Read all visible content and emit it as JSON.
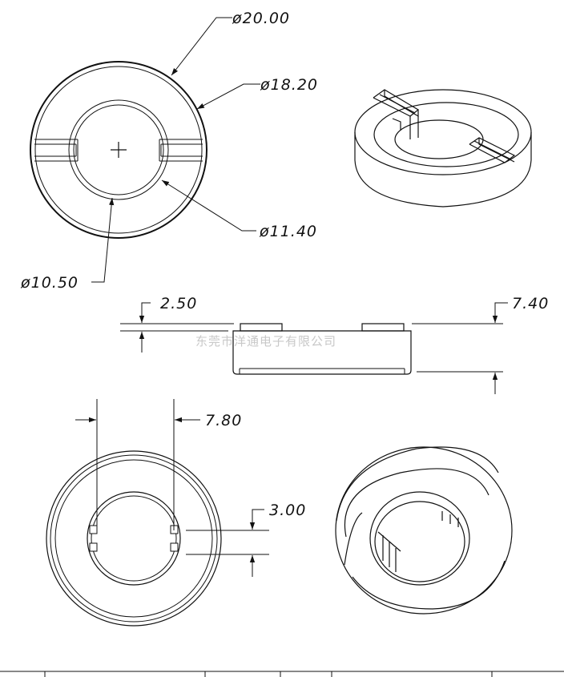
{
  "dimensions": {
    "outer_diameter": "ø20.00",
    "body_diameter": "ø18.20",
    "inner_diameter": "ø11.40",
    "bore_diameter": "ø10.50",
    "tab_height": "2.50",
    "total_height": "7.40",
    "slot_span": "7.80",
    "slot_width": "3.00"
  },
  "watermark": "东莞市洋通电子有限公司",
  "colors": {
    "line": "#111111",
    "watermark": "#c8c8c8",
    "background": "#ffffff"
  }
}
